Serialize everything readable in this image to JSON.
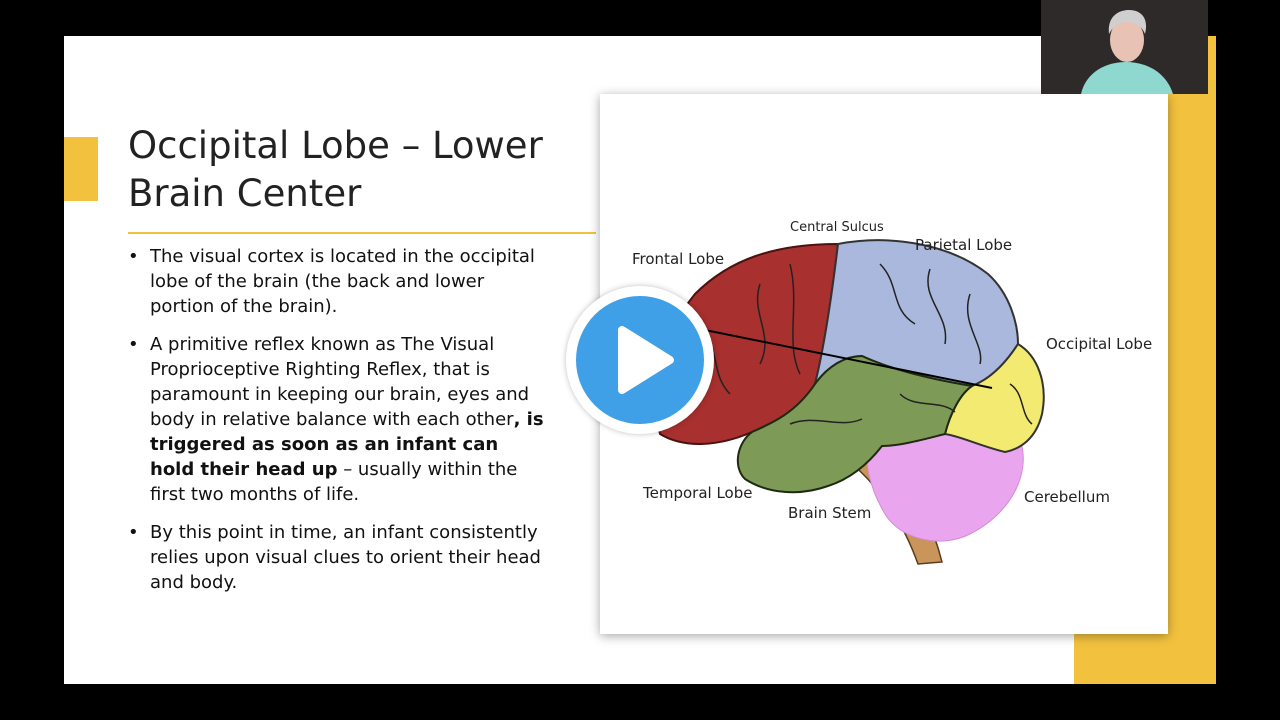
{
  "slide": {
    "title": "Occipital Lobe – Lower Brain Center",
    "bullets": [
      {
        "text": "The visual cortex is located in the occipital lobe of the brain (the back and lower portion of the brain)."
      },
      {
        "pre": "A primitive reflex known as The Visual Proprioceptive Righting Reflex, that is paramount in keeping our brain, eyes and body in relative balance with each other",
        "bold": ", is triggered as soon as an infant can hold their head up",
        "post": " – usually within the first two months of life."
      },
      {
        "text": "By this point in time, an infant consistently relies upon visual clues to orient their head and body."
      }
    ],
    "accent_color": "#f2c23e"
  },
  "diagram": {
    "labels": {
      "central_sulcus": "Central Sulcus",
      "frontal_lobe": "Frontal Lobe",
      "parietal_lobe": "Parietal Lobe",
      "occipital_lobe": "Occipital Lobe",
      "temporal_lobe": "Temporal Lobe",
      "brain_stem": "Brain Stem",
      "cerebellum": "Cerebellum"
    },
    "colors": {
      "frontal": "#a8302e",
      "parietal": "#a9b8dc",
      "occipital": "#f3ea72",
      "temporal": "#7e9a57",
      "cerebellum": "#e9a6ef",
      "brain_stem": "#c9955a"
    }
  },
  "player": {
    "play_icon": "play-icon",
    "play_color": "#3f9fe7"
  }
}
